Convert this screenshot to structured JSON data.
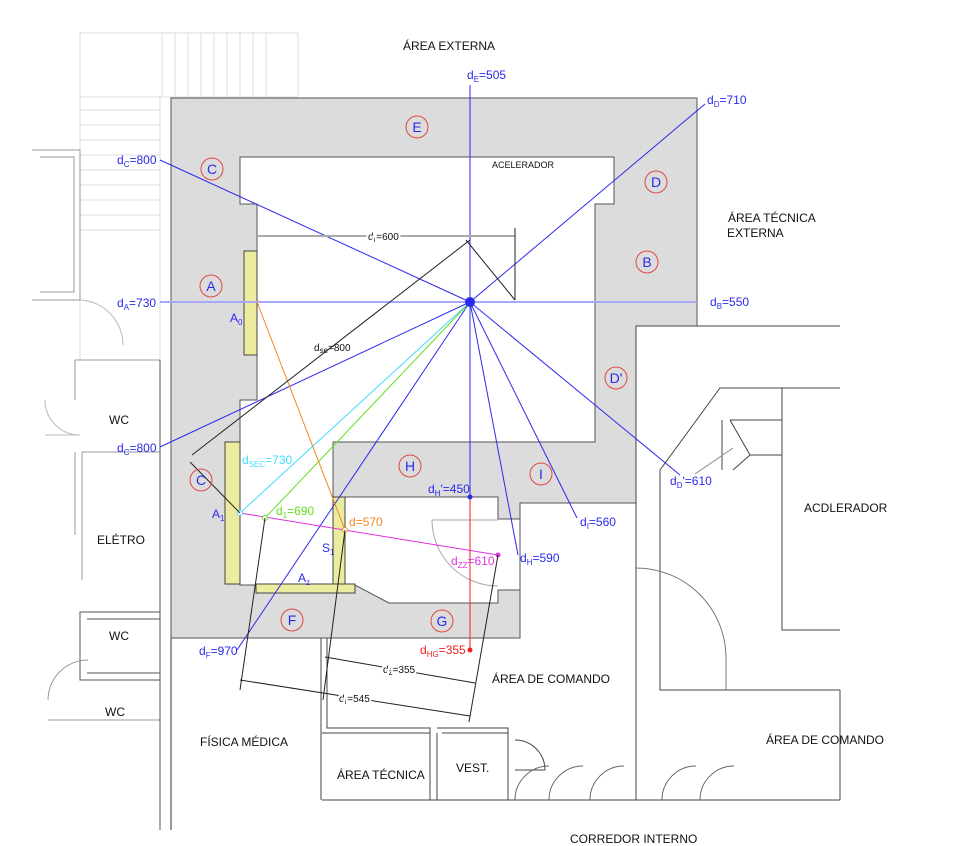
{
  "areas": {
    "area_externa": "ÁREA EXTERNA",
    "acelerador": "ACELERADOR",
    "area_tecnica_externa_1": "ÁREA TÉCNICA",
    "area_tecnica_externa_2": "EXTERNA",
    "acdlerador": "ACDLERADOR",
    "area_comando_1": "ÁREA DE COMANDO",
    "area_comando_2": "ÁREA DE COMANDO",
    "fisica_medica": "FÍSICA MÉDICA",
    "area_tecnica": "ÁREA TÉCNICA",
    "vest": "VEST.",
    "corredor": "CORREDOR INTERNO",
    "wc1": "WC",
    "wc2": "WC",
    "wc3": "WC",
    "eletro": "ELÉTRO"
  },
  "barriers": {
    "E": "E",
    "C1": "C",
    "D": "D",
    "A": "A",
    "B": "B",
    "Dp": "D'",
    "C2": "C",
    "H": "H",
    "I": "I",
    "F": "F",
    "G": "G"
  },
  "points": {
    "A0": {
      "p": "A",
      "s": "0"
    },
    "A1": {
      "p": "A",
      "s": "1"
    },
    "S1": {
      "p": "S",
      "s": "1"
    },
    "Az": {
      "p": "A",
      "s": "z"
    }
  },
  "dist": {
    "dE": {
      "p": "d",
      "s": "E",
      "v": "=505"
    },
    "dD": {
      "p": "d",
      "s": "D",
      "v": "=710"
    },
    "dC1": {
      "p": "d",
      "s": "C",
      "v": "=800"
    },
    "dA": {
      "p": "d",
      "s": "A",
      "v": "=730"
    },
    "dB": {
      "p": "d",
      "s": "B",
      "v": "=550"
    },
    "dC2": {
      "p": "d",
      "s": "C",
      "v": "=800"
    },
    "dSEC": {
      "p": "d",
      "s": "SEC",
      "v": "=730"
    },
    "d1": {
      "p": "d",
      "s": "1",
      "v": "=690"
    },
    "d570": {
      "p": "d",
      "s": "",
      "v": "=570"
    },
    "dHp": {
      "p": "d",
      "s": "H",
      "v": "'=450"
    },
    "dZZ": {
      "p": "d",
      "s": "ZZ",
      "v": "=610"
    },
    "dH": {
      "p": "d",
      "s": "H",
      "v": "=590"
    },
    "dI": {
      "p": "d",
      "s": "I",
      "v": "=560"
    },
    "dDp": {
      "p": "d",
      "s": "D",
      "v": "'=610"
    },
    "dF": {
      "p": "d",
      "s": "F",
      "v": "=970"
    },
    "dHG": {
      "p": "d",
      "s": "HG",
      "v": "=355"
    },
    "dr600": {
      "p": "d",
      "s": "r",
      "v": "=600"
    },
    "dse800": {
      "p": "d",
      "s": "se",
      "v": "=800"
    },
    "dz355": {
      "p": "d",
      "s": "z",
      "v": "=355"
    },
    "dr545": {
      "p": "d",
      "s": "r",
      "v": "=545"
    }
  },
  "colors": {
    "blue": "#2a2aee",
    "cyan": "#40dcff",
    "green": "#66dd22",
    "orange": "#ee8822",
    "magenta": "#dd33dd",
    "red": "#ee2222",
    "shield": "#dcdcdc",
    "panel": "#ececa0"
  }
}
